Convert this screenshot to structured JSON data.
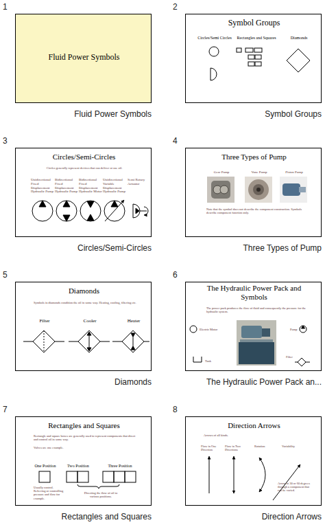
{
  "diagram": {
    "nodes": [
      {
        "text": [
          "Fluid Power Symbols"
        ]
      },
      {
        "text": [
          "Symbol Groups",
          "Circles/Semi Circles",
          "Rectangles and Squares",
          "Diamonds"
        ]
      },
      {
        "text": [
          "Circles/Semi-Circles",
          "Circles generally represent devices that can deliver or use oil.",
          "Unidirectional Fixed Displacement Hydraulic Pump",
          "Bidirectional Fixed Displacement Hydraulic Pump",
          "Bidirectional Fixed Displacement Hydraulic Motor",
          "Unidirectional Variable Displacement Hydraulic Pump",
          "Semi Rotary Actuator"
        ]
      },
      {
        "text": [
          "Three Types of Pump",
          "Gear Pump",
          "Vane Pump",
          "Piston Pump",
          "Note that the symbol does not describe the component construction. Symbols describe component function only."
        ]
      },
      {
        "text": [
          "Diamonds",
          "Symbols in diamonds condition the oil in some way. Heating, cooling, filtering etc.",
          "Filter",
          "Cooler",
          "Heater"
        ]
      },
      {
        "text": [
          "The Hydraulic Power Pack and Symbols",
          "The power pack produces the flow of fluid and consequently the pressure for the hydraulic system.",
          "Electric Motor",
          "Pump",
          "Tank",
          "Filter"
        ]
      },
      {
        "text": [
          "Rectangles and Squares",
          "Rectangle and square boxes are generally used to represent components that direct and control oil in some way.",
          "Valves are one example.",
          "One Position",
          "Two Position",
          "Three Position",
          "Usually control. Relieving or controlling pressure and flow for example.",
          "Directing the flow of oil to various positions."
        ]
      },
      {
        "text": [
          "Direction Arrows",
          "Arrows of all kinds.",
          "Flow in One Direction",
          "Flow in Two Directions",
          "Rotation",
          "Variability",
          "Arrow at 30 or 60 degrees through a component that can be varied."
        ]
      }
    ],
    "labels": [
      "1",
      "Fluid Power Symbols",
      "2",
      "Symbol Groups",
      "3",
      "Circles/Semi-Circles",
      "4",
      "Three Types of Pump",
      "5",
      "Diamonds",
      "6",
      "The Hydraulic Power Pack an...",
      "7",
      "Rectangles and Squares",
      "8",
      "Direction Arrows"
    ]
  }
}
